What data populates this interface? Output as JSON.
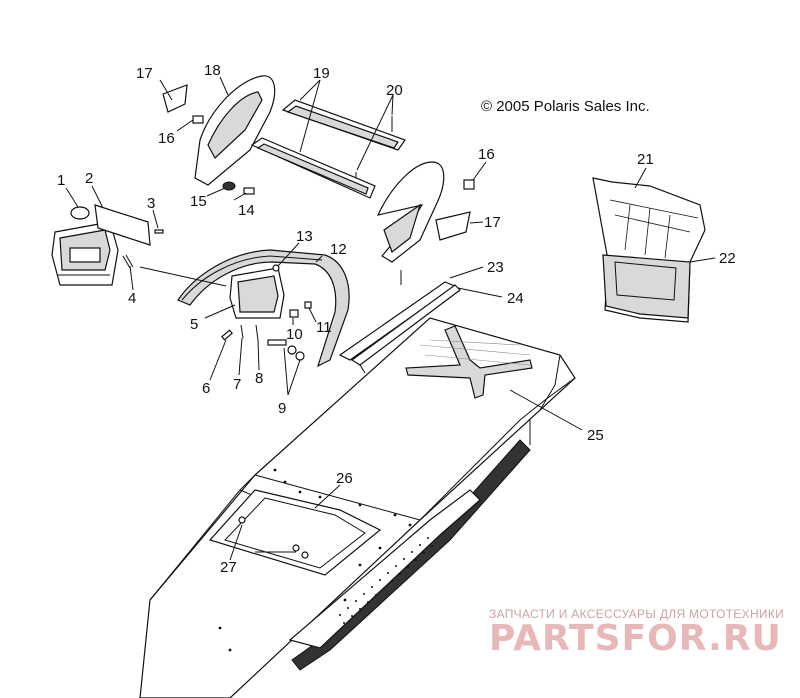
{
  "copyright": "© 2005 Polaris Sales Inc.",
  "watermark": {
    "line1": "ЗАПЧАСТИ И АКСЕССУАРЫ ДЛЯ МОТОТЕХНИКИ",
    "line2": "PARTSFOR.RU"
  },
  "callouts": [
    "1",
    "2",
    "3",
    "4",
    "5",
    "6",
    "7",
    "8",
    "9",
    "10",
    "11",
    "12",
    "13",
    "14",
    "15",
    "16",
    "16",
    "17",
    "17",
    "18",
    "19",
    "20",
    "21",
    "22",
    "23",
    "24",
    "25",
    "26",
    "27"
  ]
}
